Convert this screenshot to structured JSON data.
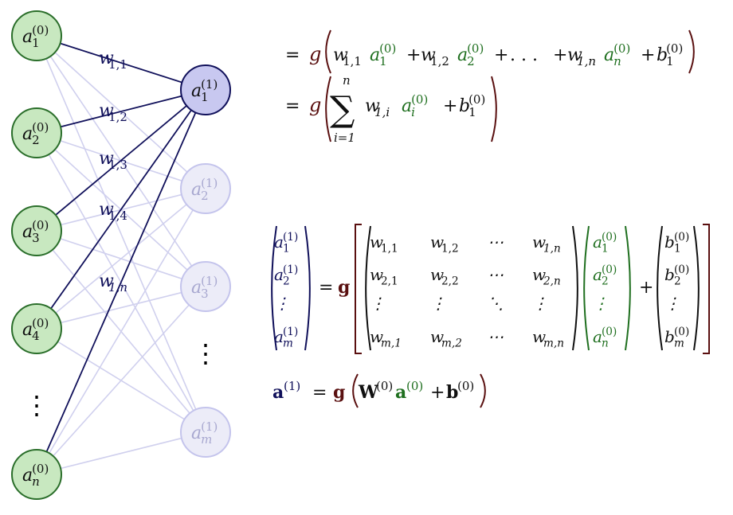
{
  "colors": {
    "input_fill": "#c8e8c0",
    "input_stroke": "#2a6e2a",
    "active_fill": "#c8c8f0",
    "active_stroke": "#10105a",
    "faded_fill": "#ececf8",
    "faded_stroke": "#c4c4ec",
    "faded_edge": "#d0d0ee",
    "active_edge": "#10105a",
    "g_color": "#5a1010",
    "a0_color": "#1f6f1f",
    "navy": "#10105a",
    "dark": "#101010"
  },
  "nodes": {
    "input_labels": [
      {
        "base": "a",
        "sub": "1",
        "sup": "(0)"
      },
      {
        "base": "a",
        "sub": "2",
        "sup": "(0)"
      },
      {
        "base": "a",
        "sub": "3",
        "sup": "(0)"
      },
      {
        "base": "a",
        "sub": "4",
        "sup": "(0)"
      },
      {
        "base": "a",
        "sub": "n",
        "sup": "(0)"
      }
    ],
    "hidden_labels": [
      {
        "base": "a",
        "sub": "1",
        "sup": "(1)"
      },
      {
        "base": "a",
        "sub": "2",
        "sup": "(1)"
      },
      {
        "base": "a",
        "sub": "3",
        "sup": "(1)"
      },
      {
        "base": "a",
        "sub": "m",
        "sup": "(1)"
      }
    ],
    "input_ellipsis": "⋮",
    "hidden_ellipsis": "⋮"
  },
  "weights": [
    {
      "base": "w",
      "sub": "1,1"
    },
    {
      "base": "w",
      "sub": "1,2"
    },
    {
      "base": "w",
      "sub": "1,3"
    },
    {
      "base": "w",
      "sub": "1,4"
    },
    {
      "base": "w",
      "sub": "1,n"
    }
  ],
  "equations": {
    "eq_sign": "=",
    "g": "g",
    "plus": "+",
    "dots": ". . .",
    "sum": "∑",
    "sum_lower": "i=1",
    "sum_upper": "n",
    "line1": {
      "terms": [
        {
          "w": "w",
          "wsub": "1,1",
          "a": "a",
          "asub": "1",
          "asup": "(0)"
        },
        {
          "w": "w",
          "wsub": "1,2",
          "a": "a",
          "asub": "2",
          "asup": "(0)"
        },
        {
          "w": "w",
          "wsub": "1,n",
          "a": "a",
          "asub": "n",
          "asup": "(0)"
        }
      ],
      "bias": {
        "base": "b",
        "sub": "1",
        "sup": "(0)"
      }
    },
    "line2": {
      "w": "w",
      "wsub": "1,i",
      "a": "a",
      "asub": "i",
      "asup": "(0)",
      "bias": {
        "base": "b",
        "sub": "1",
        "sup": "(0)"
      }
    },
    "matrix_eq": {
      "lhs": [
        {
          "base": "a",
          "sub": "1",
          "sup": "(1)"
        },
        {
          "base": "a",
          "sub": "2",
          "sup": "(1)"
        },
        {
          "base": "⋮",
          "sub": "",
          "sup": ""
        },
        {
          "base": "a",
          "sub": "m",
          "sup": "(1)"
        }
      ],
      "bold_g": "g",
      "W_rows": [
        [
          {
            "b": "w",
            "s": "1,1"
          },
          {
            "b": "w",
            "s": "1,2"
          },
          {
            "b": "⋯",
            "s": ""
          },
          {
            "b": "w",
            "s": "1,n"
          }
        ],
        [
          {
            "b": "w",
            "s": "2,1"
          },
          {
            "b": "w",
            "s": "2,2"
          },
          {
            "b": "⋯",
            "s": ""
          },
          {
            "b": "w",
            "s": "2,n"
          }
        ],
        [
          {
            "b": "⋮",
            "s": ""
          },
          {
            "b": "⋮",
            "s": ""
          },
          {
            "b": "⋱",
            "s": ""
          },
          {
            "b": "⋮",
            "s": ""
          }
        ],
        [
          {
            "b": "w",
            "s": "m,1"
          },
          {
            "b": "w",
            "s": "m,2"
          },
          {
            "b": "⋯",
            "s": ""
          },
          {
            "b": "w",
            "s": "m,n"
          }
        ]
      ],
      "a0": [
        {
          "base": "a",
          "sub": "1",
          "sup": "(0)"
        },
        {
          "base": "a",
          "sub": "2",
          "sup": "(0)"
        },
        {
          "base": "⋮",
          "sub": "",
          "sup": ""
        },
        {
          "base": "a",
          "sub": "n",
          "sup": "(0)"
        }
      ],
      "bias": [
        {
          "base": "b",
          "sub": "1",
          "sup": "(0)"
        },
        {
          "base": "b",
          "sub": "2",
          "sup": "(0)"
        },
        {
          "base": "⋮",
          "sub": "",
          "sup": ""
        },
        {
          "base": "b",
          "sub": "m",
          "sup": "(0)"
        }
      ]
    },
    "vector_eq": {
      "a1": "a",
      "a1_sup": "(1)",
      "g": "g",
      "W": "W",
      "W_sup": "(0)",
      "a0": "a",
      "a0_sup": "(0)",
      "b": "b",
      "b_sup": "(0)"
    }
  }
}
